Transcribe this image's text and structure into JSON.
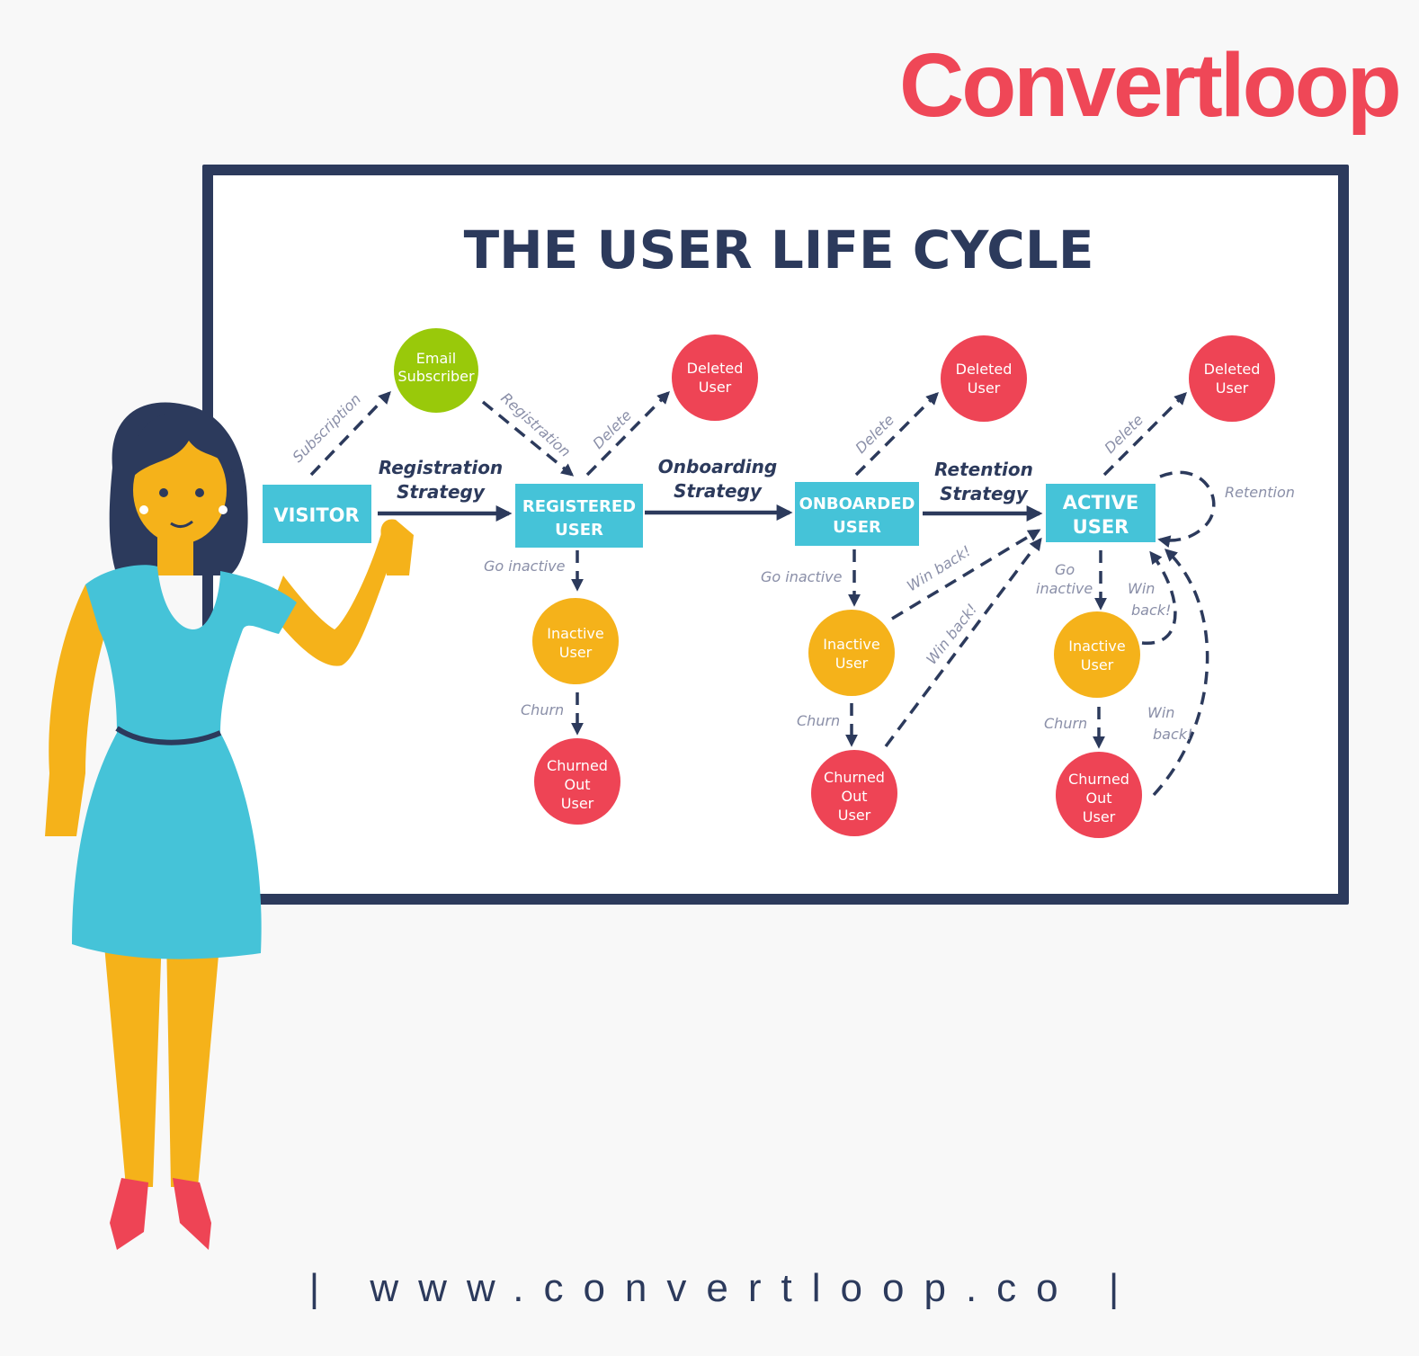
{
  "brand": {
    "logo_text": "Convertloop",
    "footer": "| www.convertloop.co |"
  },
  "colors": {
    "navy": "#2c3a5c",
    "cyan": "#45c3d8",
    "green": "#99c90a",
    "red": "#ee4455",
    "orange": "#f5b21a",
    "label_gray": "#8a8fa8"
  },
  "diagram": {
    "title": "THE USER LIFE CYCLE",
    "stages": {
      "visitor": [
        "VISITOR"
      ],
      "registered": [
        "REGISTERED",
        "USER"
      ],
      "onboarded": [
        "ONBOARDED",
        "USER"
      ],
      "active": [
        "ACTIVE",
        "USER"
      ]
    },
    "states": {
      "email_subscriber": [
        "Email",
        "Subscriber"
      ],
      "deleted_user": [
        "Deleted",
        "User"
      ],
      "inactive_user": [
        "Inactive",
        "User"
      ],
      "churned_user": [
        "Churned",
        "Out",
        "User"
      ]
    },
    "strategies": {
      "registration": [
        "Registration",
        "Strategy"
      ],
      "onboarding": [
        "Onboarding",
        "Strategy"
      ],
      "retention": [
        "Retention",
        "Strategy"
      ]
    },
    "edge_labels": {
      "subscription": "Subscription",
      "registration": "Registration",
      "delete": "Delete",
      "go_inactive": "Go inactive",
      "go": "Go",
      "inactive": "inactive",
      "churn": "Churn",
      "win_back": "Win back!",
      "win": "Win",
      "back": "back!",
      "retention": "Retention"
    }
  }
}
